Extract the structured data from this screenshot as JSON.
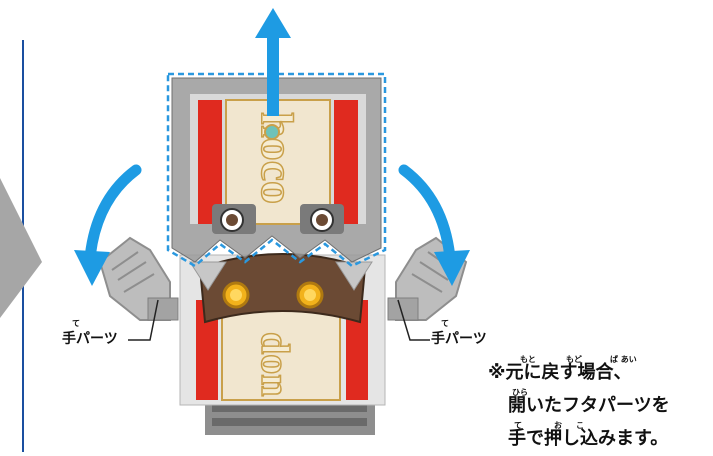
{
  "labels": {
    "left_part": "手パーツ",
    "left_part_ruby": "て",
    "right_part": "手パーツ",
    "right_part_ruby": "て"
  },
  "figure": {
    "logo_text_top": "hoco",
    "logo_text_bottom": "don"
  },
  "note": {
    "line1": "※元に戻す場合、",
    "line1_ruby": [
      "もと",
      "もど",
      "ば あい"
    ],
    "line2": "開いたフタパーツを",
    "line2_ruby": [
      "ひら"
    ],
    "line3": "手で押し込みます。",
    "line3_ruby": [
      "て",
      "お",
      "こ"
    ]
  },
  "colors": {
    "arrow": "#1e9be3",
    "dashed": "#2a98df",
    "panel_gray": "#8d8d8d",
    "red": "#e02a1f",
    "gold": "#c9a04a"
  }
}
